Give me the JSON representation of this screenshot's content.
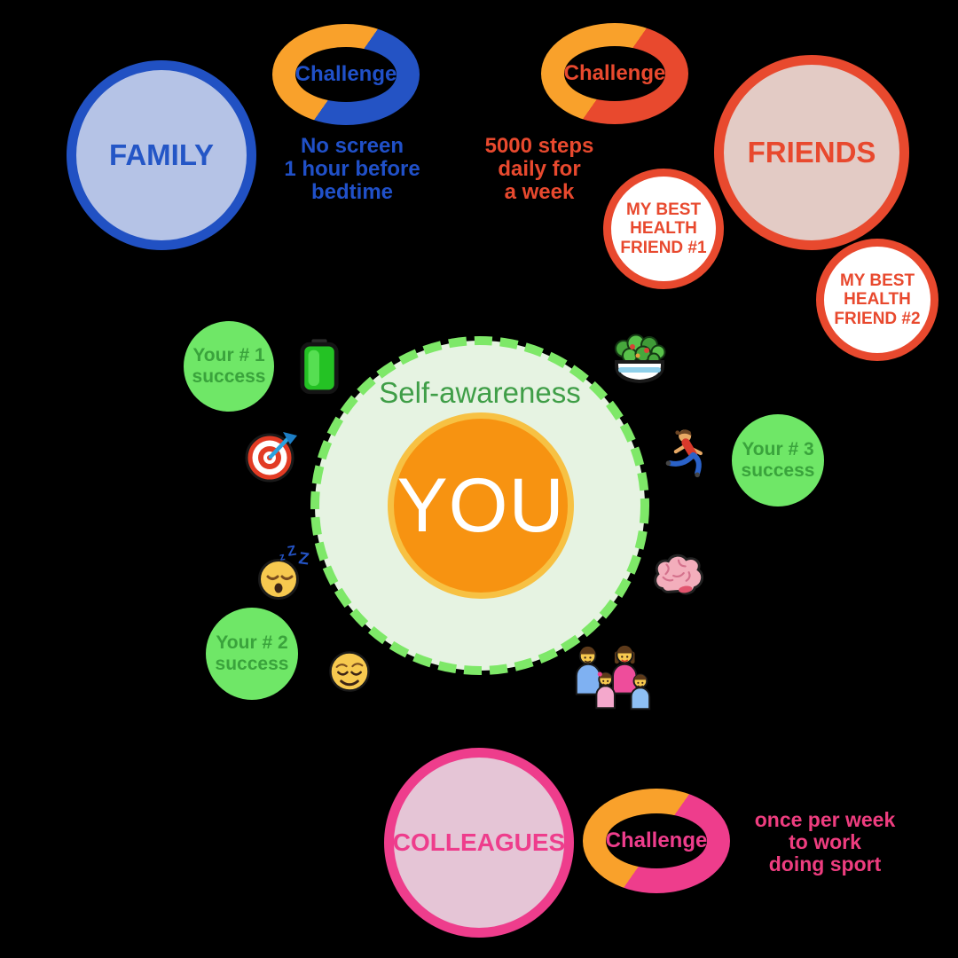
{
  "background_color": "#000000",
  "center": {
    "self_awareness_label": "Self-awareness",
    "you_label": "YOU",
    "zone_fill": "#e6f3e2",
    "zone_dash_color": "#7ee868",
    "you_fill": "#f79311",
    "you_ring": "#f7c143",
    "label_color": "#3f9e47"
  },
  "groups": [
    {
      "id": "family",
      "label": "FAMILY",
      "fill": "#b5c3e6",
      "border": "#2151c3",
      "text_color": "#2456c6"
    },
    {
      "id": "friends",
      "label": "FRIENDS",
      "fill": "#e3cbc5",
      "border": "#e8492e",
      "text_color": "#e8492e"
    },
    {
      "id": "colleagues",
      "label": "COLLEAGUES",
      "fill": "#e5c5d6",
      "border": "#ee3d8c",
      "text_color": "#ee3d8c"
    }
  ],
  "challenges": [
    {
      "group": "family",
      "badge_label": "Challenge",
      "lines": [
        "No screen",
        "1 hour before",
        "bedtime"
      ],
      "ring_primary": "#f9a12b",
      "ring_secondary": "#2453c4",
      "text_color": "#2050c8"
    },
    {
      "group": "friends",
      "badge_label": "Challenge",
      "lines": [
        "5000 steps",
        "daily for",
        "a week"
      ],
      "ring_primary": "#f9a12b",
      "ring_secondary": "#e8492e",
      "text_color": "#e8492e"
    },
    {
      "group": "colleagues",
      "badge_label": "Challenge",
      "lines": [
        "once per week",
        "to work",
        "doing sport"
      ],
      "ring_primary": "#f9a12b",
      "ring_secondary": "#ee3d8c",
      "text_color": "#ee3d7f"
    }
  ],
  "friend_badges": [
    {
      "lines": [
        "MY BEST",
        "HEALTH",
        "FRIEND #1"
      ],
      "fill": "#ffffff",
      "border": "#e8492e",
      "text_color": "#e8492e"
    },
    {
      "lines": [
        "MY BEST",
        "HEALTH",
        "FRIEND #2"
      ],
      "fill": "#ffffff",
      "border": "#e8492e",
      "text_color": "#e8492e"
    }
  ],
  "successes": {
    "fill": "#6fe767",
    "text_color": "#3aa33c",
    "items": [
      {
        "lines": [
          "Your # 1",
          "success"
        ]
      },
      {
        "lines": [
          "Your # 2",
          "success"
        ]
      },
      {
        "lines": [
          "Your # 3",
          "success"
        ]
      }
    ]
  },
  "icons": [
    {
      "name": "battery-icon"
    },
    {
      "name": "salad-icon"
    },
    {
      "name": "dart-target-icon"
    },
    {
      "name": "runner-icon"
    },
    {
      "name": "sleeping-face-icon"
    },
    {
      "name": "brain-icon"
    },
    {
      "name": "relieved-face-icon"
    },
    {
      "name": "family-emoji-icon"
    }
  ]
}
